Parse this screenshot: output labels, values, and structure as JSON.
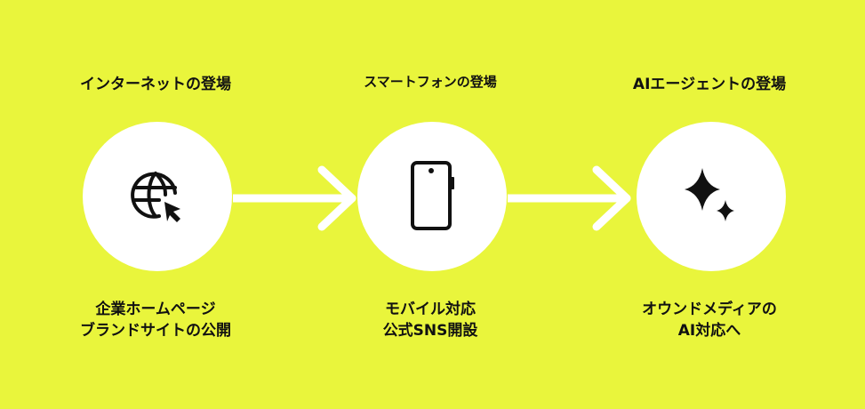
{
  "stages": [
    {
      "title": "インターネットの登場",
      "icon": "globe-cursor-icon",
      "caption_line1": "企業ホームページ",
      "caption_line2": "ブランドサイトの公開"
    },
    {
      "title": "スマートフォンの登場",
      "icon": "smartphone-icon",
      "caption_line1": "モバイル対応",
      "caption_line2": "公式SNS開設"
    },
    {
      "title": "AIエージェントの登場",
      "icon": "sparkle-icon",
      "caption_line1": "オウンドメディアの",
      "caption_line2": "AI対応へ"
    }
  ],
  "colors": {
    "background": "#e9f53c",
    "circle": "#ffffff",
    "arrow": "#ffffff",
    "text": "#111111"
  }
}
